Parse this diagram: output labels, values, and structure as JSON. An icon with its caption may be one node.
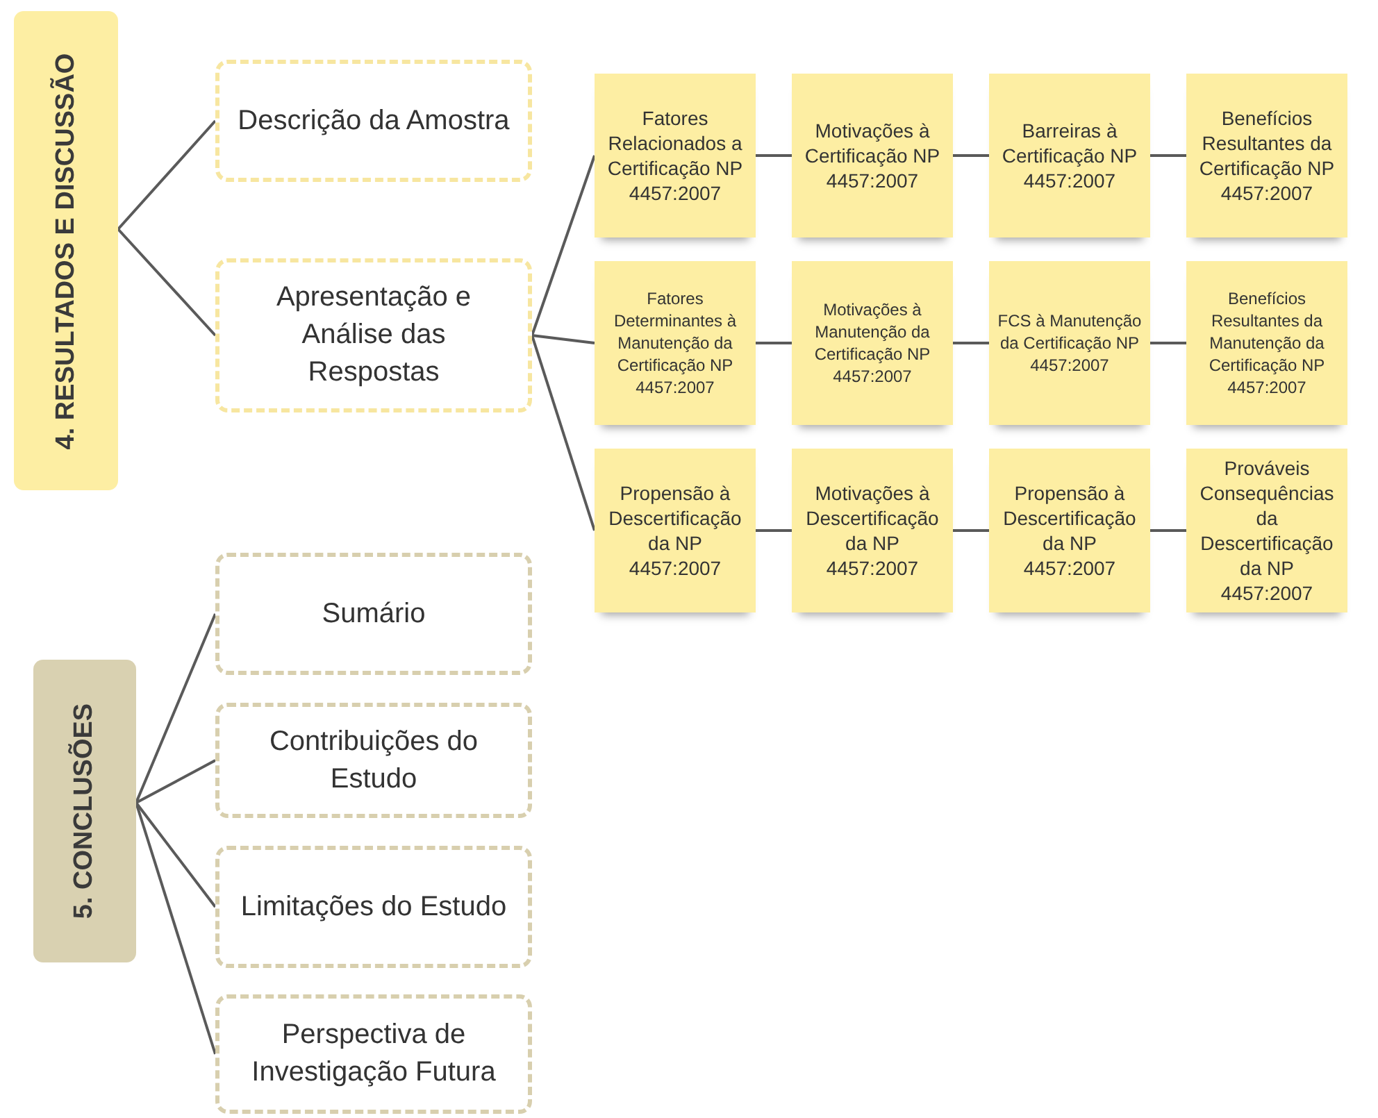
{
  "diagram": {
    "nodes": [
      {
        "text": [
          "4. RESULTADOS E DISCUSSÃO"
        ]
      },
      {
        "text": [
          "Descrição da Amostra"
        ]
      },
      {
        "text": [
          "Apresentação e Análise das Respostas"
        ]
      },
      {
        "text": [
          "Fatores Relacionados a Certificação NP 4457:2007"
        ]
      },
      {
        "text": [
          "Motivações à Certificação NP 4457:2007"
        ]
      },
      {
        "text": [
          "Barreiras à Certificação NP 4457:2007"
        ]
      },
      {
        "text": [
          "Benefícios Resultantes da Certificação NP 4457:2007"
        ]
      },
      {
        "text": [
          "Fatores Determinantes à Manutenção da Certificação NP 4457:2007"
        ]
      },
      {
        "text": [
          "Motivações à Manutenção da Certificação NP 4457:2007"
        ]
      },
      {
        "text": [
          "FCS à Manutenção da Certificação NP 4457:2007"
        ]
      },
      {
        "text": [
          "Benefícios Resultantes da Manutenção da Certificação NP 4457:2007"
        ]
      },
      {
        "text": [
          "Propensão à Descertificação da NP 4457:2007"
        ]
      },
      {
        "text": [
          "Motivações à Descertificação da NP 4457:2007"
        ]
      },
      {
        "text": [
          "Propensão à Descertificação da NP 4457:2007"
        ]
      },
      {
        "text": [
          "Prováveis Consequências da Descertificação da NP 4457:2007"
        ]
      },
      {
        "text": [
          "5. CONCLUSÕES"
        ]
      },
      {
        "text": [
          "Sumário"
        ]
      },
      {
        "text": [
          "Contribuições do Estudo"
        ]
      },
      {
        "text": [
          "Limitações do Estudo"
        ]
      },
      {
        "text": [
          "Perspectiva de Investigação Futura"
        ]
      }
    ],
    "edges": [
      {
        "from": 0,
        "to": 1,
        "arrow": "none"
      },
      {
        "from": 0,
        "to": 2,
        "arrow": "none"
      },
      {
        "from": 2,
        "to": 3,
        "arrow": "none"
      },
      {
        "from": 2,
        "to": 7,
        "arrow": "none"
      },
      {
        "from": 2,
        "to": 11,
        "arrow": "none"
      },
      {
        "from": 3,
        "to": 4,
        "arrow": "none"
      },
      {
        "from": 4,
        "to": 5,
        "arrow": "none"
      },
      {
        "from": 5,
        "to": 6,
        "arrow": "none"
      },
      {
        "from": 7,
        "to": 8,
        "arrow": "none"
      },
      {
        "from": 8,
        "to": 9,
        "arrow": "none"
      },
      {
        "from": 9,
        "to": 10,
        "arrow": "none"
      },
      {
        "from": 11,
        "to": 12,
        "arrow": "none"
      },
      {
        "from": 12,
        "to": 13,
        "arrow": "none"
      },
      {
        "from": 13,
        "to": 14,
        "arrow": "none"
      },
      {
        "from": 15,
        "to": 16,
        "arrow": "none"
      },
      {
        "from": 15,
        "to": 17,
        "arrow": "none"
      },
      {
        "from": 15,
        "to": 18,
        "arrow": "none"
      },
      {
        "from": 15,
        "to": 19,
        "arrow": "none"
      }
    ]
  }
}
